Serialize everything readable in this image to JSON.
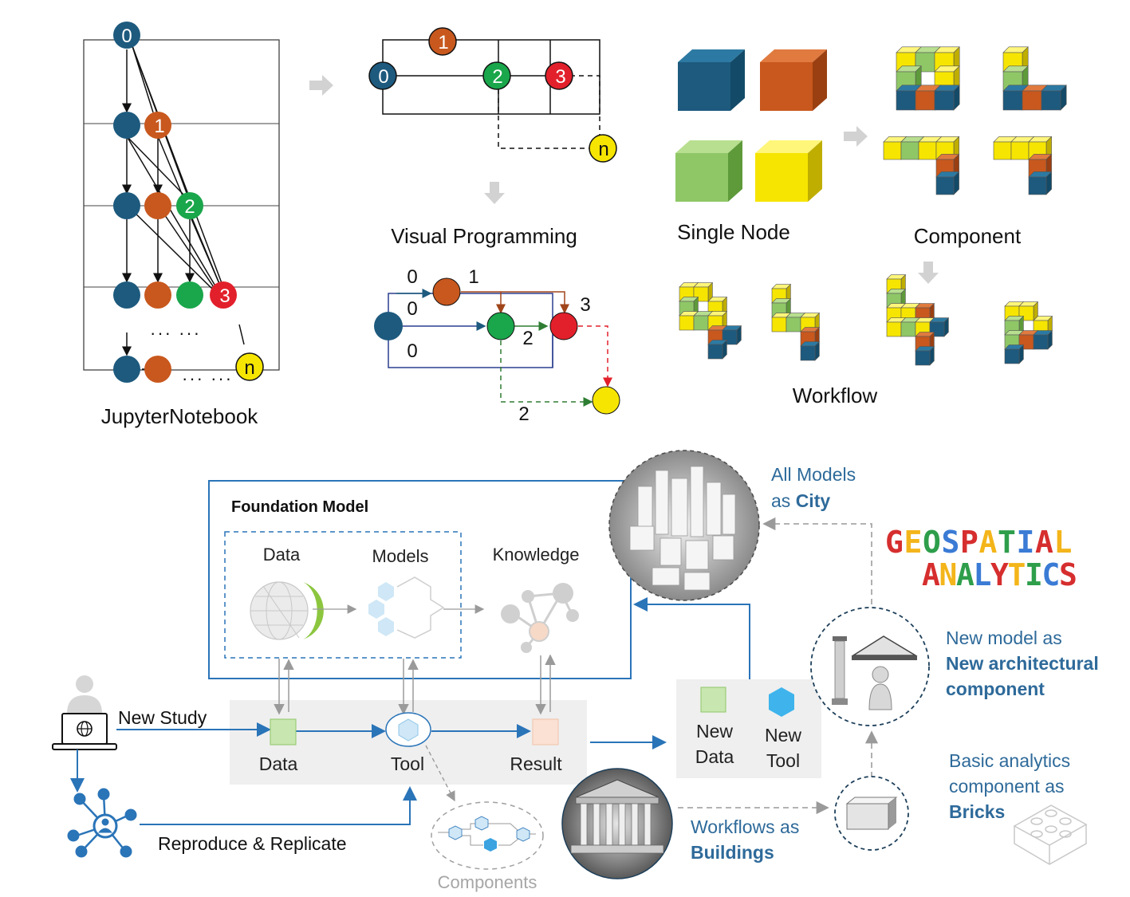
{
  "colors": {
    "dark_blue": "#1d5a7e",
    "orange": "#c8581e",
    "green": "#1aa64b",
    "red": "#e2202b",
    "yellow": "#f6e500",
    "light_green": "#8fc767",
    "accent_blue": "#2a74b8",
    "caption_blue": "#2e6a9a"
  },
  "jupyter": {
    "caption": "JupyterNotebook",
    "nodes": [
      "0",
      "1",
      "2",
      "3",
      "n"
    ],
    "dots_1": "··· ···",
    "dots_2": "··· ···"
  },
  "visual_programming": {
    "caption": "Visual Programming",
    "nodes": [
      "0",
      "1",
      "2",
      "3",
      "n"
    ],
    "edge_labels": [
      "0",
      "1",
      "0",
      "3",
      "2",
      "0",
      "2"
    ]
  },
  "lego": {
    "single_node_caption": "Single Node",
    "component_caption": "Component",
    "workflow_caption": "Workflow"
  },
  "foundation": {
    "title": "Foundation Model",
    "data_label": "Data",
    "models_label": "Models",
    "knowledge_label": "Knowledge"
  },
  "pipeline": {
    "new_study": "New Study",
    "data": "Data",
    "tool": "Tool",
    "result": "Result",
    "reproduce": "Reproduce & Replicate",
    "components": "Components",
    "new_data": "New\nData",
    "new_tool": "New\nTool"
  },
  "city": {
    "line1": "All Models",
    "line2_prefix": "as ",
    "line2_bold": "City"
  },
  "logo": {
    "line1": "GEOSPATIAL",
    "line2": "ANALYTICS"
  },
  "arch": {
    "line1": "New model as",
    "line2": "New architectural",
    "line3": "component"
  },
  "bricks": {
    "line1": "Basic analytics",
    "line2": "component as",
    "line3": "Bricks"
  },
  "buildings": {
    "line1": "Workflows as",
    "line2": "Buildings"
  }
}
